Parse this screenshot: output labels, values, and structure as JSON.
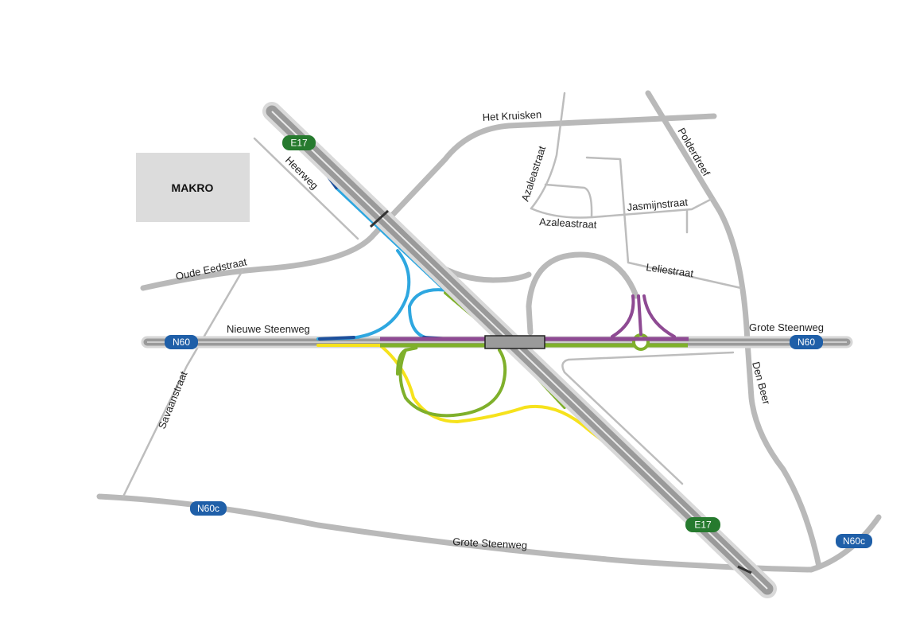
{
  "map": {
    "poi": {
      "label": "MAKRO"
    },
    "colors": {
      "lightblue": "#2ea7e0",
      "darkblue": "#1c4f9c",
      "green": "#7fb02b",
      "yellow": "#f6e21c",
      "purple": "#8e4a93",
      "road_grey": "#b9b9b9",
      "highway_grey": "#9a9a9a",
      "shield_blue": "#1f5fa8",
      "shield_green": "#267a2e"
    },
    "shields": {
      "e17_top": "E17",
      "e17_bottom": "E17",
      "n60_left": "N60",
      "n60_right": "N60",
      "n60c_left": "N60c",
      "n60c_right": "N60c"
    },
    "streets": {
      "het_kruisken": "Het Kruisken",
      "polderdreef": "Polderdreef",
      "azaleastraat_v": "Azaleastraat",
      "azaleastraat_h": "Azaleastraat",
      "jasmijnstraat": "Jasmijnstraat",
      "heerweg": "Heerweg",
      "oude_eedstraat": "Oude Eedstraat",
      "leliestraat": "Leliestraat",
      "nieuwe_steenweg": "Nieuwe Steenweg",
      "grote_steenweg_right": "Grote Steenweg",
      "den_beer": "Den Beer",
      "savaanstraat": "Savaanstraat",
      "grote_steenweg_bottom": "Grote Steenweg"
    }
  }
}
